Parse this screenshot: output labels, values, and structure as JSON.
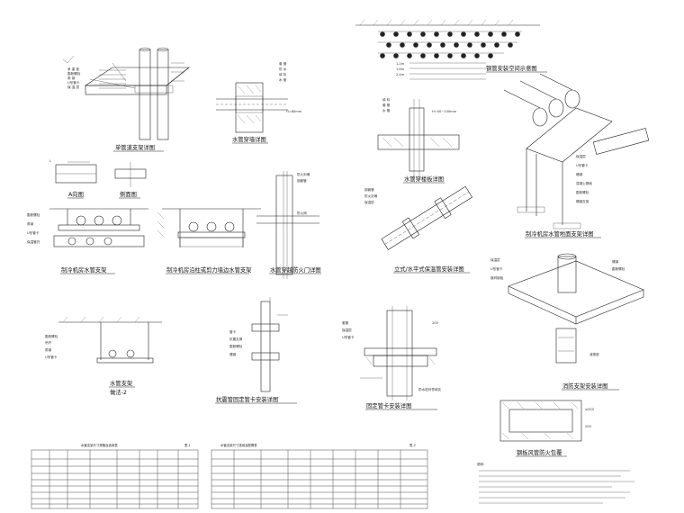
{
  "captions": {
    "support_single_pipe": "单管道支架详图",
    "wall_penetration": "水管穿墙详图",
    "pipe_cross_section": "钢管安装空间示意图",
    "floor_penetration": "水管穿楼板详图",
    "chiller_room_support": "制冷机房水管地面支架详图",
    "view_a": "A向图",
    "side_view": "侧面图",
    "chiller_hanger": "制冷机房水管支架",
    "chiller_column_support": "制冷机房沿柱或剪力墙边水管支架",
    "fire_wall_penetration": "水管穿越防火门详图",
    "riser_steel_pipe": "立式/水平式保温管安装详图",
    "anti_vibration": "消防支架安装详图",
    "pipe_support_2": "水管支架",
    "pipe_support_2_sub": "做法-2",
    "fixed_support": "抗震管固定管卡安装详图",
    "fixed_pipe_install": "固定管卡安装详图",
    "air_duct_fire": "钢板风管防火包覆"
  },
  "tables": {
    "table1": {
      "title": "水管支架尺寸规格及选用表",
      "page": "表-1"
    },
    "table2": {
      "title": "水管支架尺寸选用及配置表",
      "page": "表-2"
    }
  },
  "notes_title": "说明:",
  "dims": {
    "d1": "200",
    "d2": "≥200"
  }
}
